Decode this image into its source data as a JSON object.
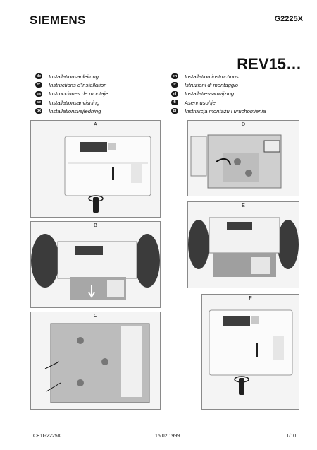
{
  "header": {
    "brand": "SIEMENS",
    "doc_number": "G2225X",
    "product": "REV15…"
  },
  "languages_left": [
    {
      "code": "de",
      "label": "Installationsanleitung"
    },
    {
      "code": "fr",
      "label": "Instructions d'installation"
    },
    {
      "code": "es",
      "label": "Instrucciones de montaje"
    },
    {
      "code": "se",
      "label": "Installationsanvisning"
    },
    {
      "code": "dk",
      "label": "Installationsvejledning"
    }
  ],
  "languages_right": [
    {
      "code": "en",
      "label": "Installation instructions"
    },
    {
      "code": "it",
      "label": "Istruzioni di montaggio"
    },
    {
      "code": "nl",
      "label": "Installatie-aanwijzing"
    },
    {
      "code": "fi",
      "label": "Asennusohje"
    },
    {
      "code": "pl",
      "label": "Instrukcja montażu i uruchomienia"
    }
  ],
  "figures": {
    "a": "A",
    "b": "B",
    "c": "C",
    "d": "D",
    "e": "E",
    "f": "F"
  },
  "footer": {
    "code": "CE1G2225X",
    "date": "15.02.1999",
    "page": "1/10"
  }
}
